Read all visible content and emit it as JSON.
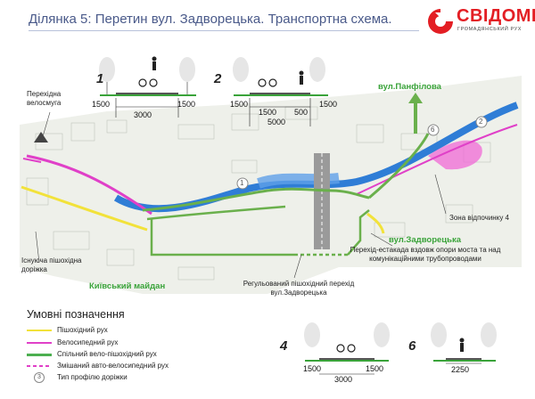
{
  "title": "Ділянка 5: Перетин вул. Задворецька. Транспортна схема.",
  "logo": {
    "name": "СВІДОМІ",
    "subtitle": "ГРОМАДЯНСЬКИЙ РУХ",
    "brand_color": "#e31e24"
  },
  "labels": {
    "transit_bike": "Перехідна велосмуга",
    "existing_walk": "Існуюча пішохідна доріжка",
    "kyiv_square": "Київський майдан",
    "regulated_crossing": "Регульований пішохідний перехід вул.Задворецька",
    "overpass": "Перехід-естакада вздовж опори моста та над комунікаційними трубопроводами",
    "zadvoretska": "вул.Задворецька",
    "panfilova": "вул.Панфілова",
    "rest_zone": "Зона відпочинку 4"
  },
  "profiles": [
    {
      "num": "1",
      "dims": [
        "1500",
        "3000",
        "1500"
      ]
    },
    {
      "num": "2",
      "dims": [
        "1500",
        "1500",
        "500",
        "1500",
        "5000"
      ]
    },
    {
      "num": "4",
      "dims": [
        "1500",
        "3000",
        "1500"
      ]
    },
    {
      "num": "6",
      "dims": [
        "2250"
      ]
    }
  ],
  "map_markers": [
    "1",
    "6",
    "2"
  ],
  "legend": {
    "title": "Умовні позначення",
    "items": [
      {
        "label": "Пішохідний рух",
        "color": "#f2e23a"
      },
      {
        "label": "Велосипедний рух",
        "color": "#e040c8"
      },
      {
        "label": "Спільний вело-пішохідний рух",
        "color": "#4caf50"
      },
      {
        "label": "Змішаний авто-велосипедний рух",
        "color": "#e040c8"
      },
      {
        "label": "Тип профілю доріжки",
        "color": "#888888"
      }
    ],
    "sample_num": "3"
  },
  "colors": {
    "river": "#2f7dd6",
    "walk": "#f2e23a",
    "bike": "#e040c8",
    "shared": "#6ab04c",
    "rest": "#f06ad6"
  }
}
